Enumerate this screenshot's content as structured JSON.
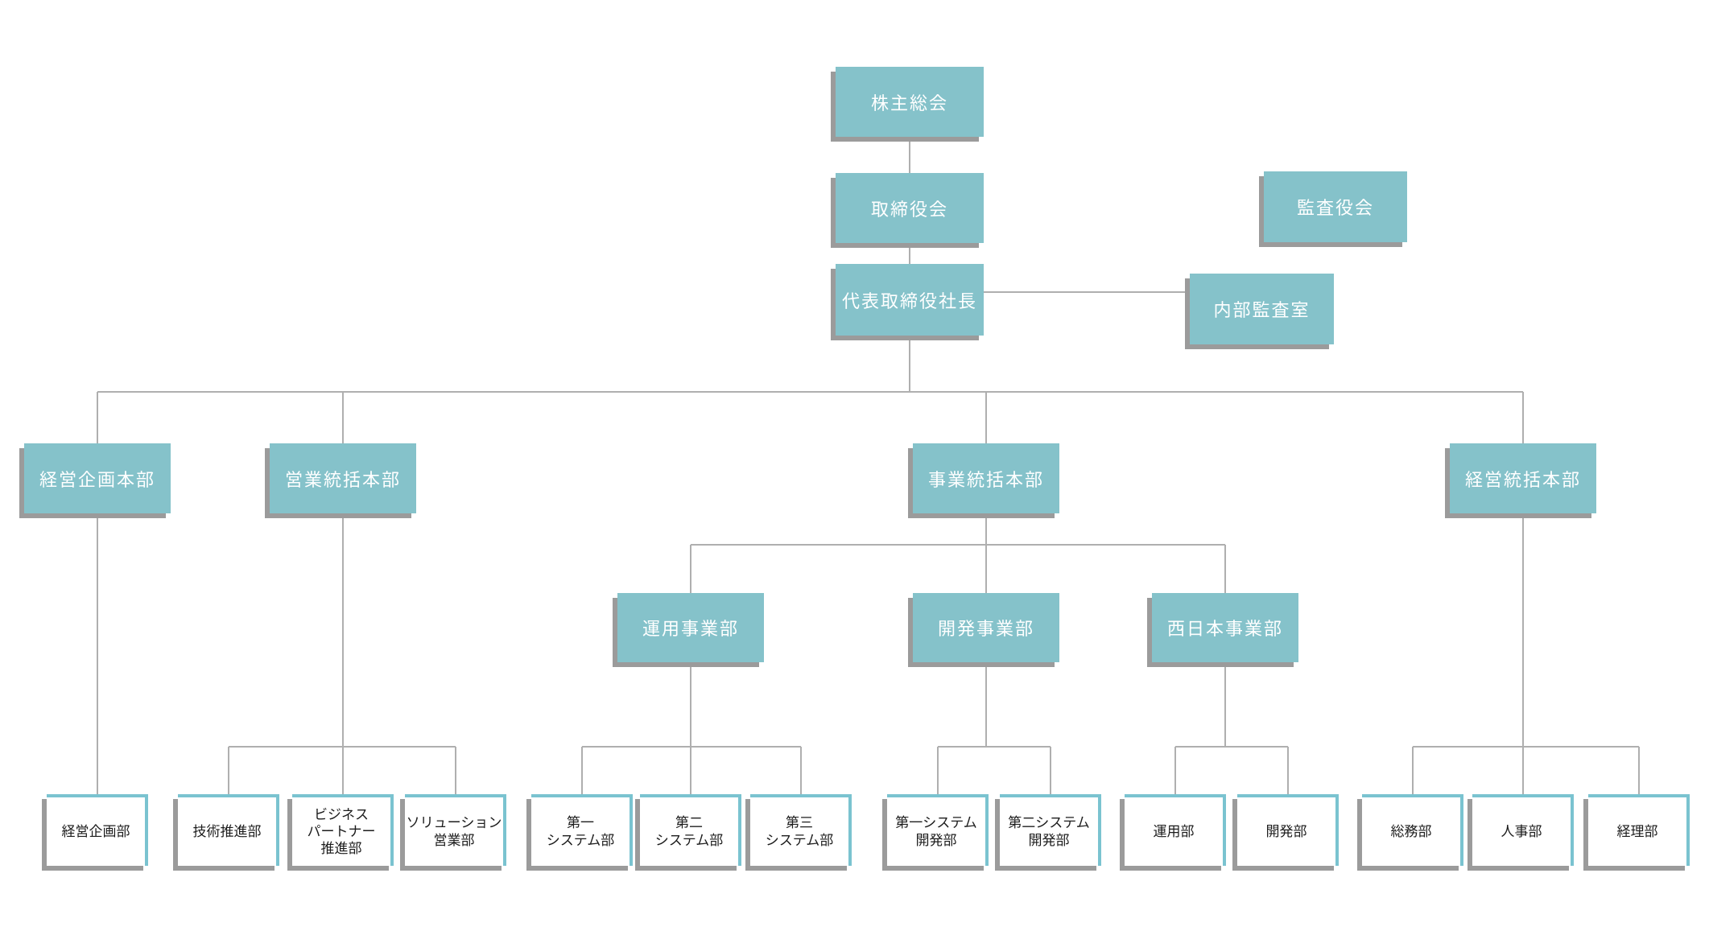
{
  "org_chart": {
    "colors": {
      "box_fill": "#85C2CA",
      "box_text": "#FFFFFF",
      "leaf_fill": "#FFFFFF",
      "leaf_border": "#7AC3D0",
      "leaf_text": "#1C1C1C",
      "shadow": "#9B9B9B",
      "connector": "#AFAFAF",
      "background": "#FFFFFF"
    },
    "nodes": {
      "shareholders_meeting": {
        "label": "株主総会",
        "type": "filled"
      },
      "board_of_directors": {
        "label": "取締役会",
        "type": "filled"
      },
      "audit_and_supervisory_board": {
        "label": "監査役会",
        "type": "filled"
      },
      "president": {
        "label": "代表取締役社長",
        "type": "filled"
      },
      "internal_audit_office": {
        "label": "内部監査室",
        "type": "filled"
      },
      "corporate_planning_division": {
        "label": "経営企画本部",
        "type": "filled"
      },
      "sales_supervision_division": {
        "label": "営業統括本部",
        "type": "filled"
      },
      "business_supervision_division": {
        "label": "事業統括本部",
        "type": "filled"
      },
      "administration_supervision_division": {
        "label": "経営統括本部",
        "type": "filled"
      },
      "operation_business_department": {
        "label": "運用事業部",
        "type": "filled"
      },
      "development_business_department": {
        "label": "開発事業部",
        "type": "filled"
      },
      "west_japan_business_department": {
        "label": "西日本事業部",
        "type": "filled"
      },
      "corporate_planning_department": {
        "label": "経営企画部",
        "type": "leaf"
      },
      "technology_promotion_department": {
        "label": "技術推進部",
        "type": "leaf"
      },
      "business_partner_promotion_department": {
        "label": "ビジネス\nパートナー\n推進部",
        "type": "leaf"
      },
      "solution_sales_department": {
        "label": "ソリューション\n営業部",
        "type": "leaf"
      },
      "first_system_department": {
        "label": "第一\nシステム部",
        "type": "leaf"
      },
      "second_system_department": {
        "label": "第二\nシステム部",
        "type": "leaf"
      },
      "third_system_department": {
        "label": "第三\nシステム部",
        "type": "leaf"
      },
      "first_system_development_department": {
        "label": "第一システム\n開発部",
        "type": "leaf"
      },
      "second_system_development_department": {
        "label": "第二システム\n開発部",
        "type": "leaf"
      },
      "operation_department": {
        "label": "運用部",
        "type": "leaf"
      },
      "development_department": {
        "label": "開発部",
        "type": "leaf"
      },
      "general_affairs_department": {
        "label": "総務部",
        "type": "leaf"
      },
      "human_resources_department": {
        "label": "人事部",
        "type": "leaf"
      },
      "accounting_department": {
        "label": "経理部",
        "type": "leaf"
      }
    },
    "edges": [
      {
        "parent": "shareholders_meeting",
        "children": [
          "board_of_directors"
        ]
      },
      {
        "parent": "board_of_directors",
        "children": [
          "president"
        ]
      },
      {
        "parent": "president",
        "children": [
          "internal_audit_office"
        ]
      },
      {
        "parent": "president",
        "children": [
          "corporate_planning_division",
          "sales_supervision_division",
          "business_supervision_division",
          "administration_supervision_division"
        ]
      },
      {
        "parent": "corporate_planning_division",
        "children": [
          "corporate_planning_department"
        ]
      },
      {
        "parent": "sales_supervision_division",
        "children": [
          "technology_promotion_department",
          "business_partner_promotion_department",
          "solution_sales_department"
        ]
      },
      {
        "parent": "business_supervision_division",
        "children": [
          "operation_business_department",
          "development_business_department",
          "west_japan_business_department"
        ]
      },
      {
        "parent": "operation_business_department",
        "children": [
          "first_system_department",
          "second_system_department",
          "third_system_department"
        ]
      },
      {
        "parent": "development_business_department",
        "children": [
          "first_system_development_department",
          "second_system_development_department"
        ]
      },
      {
        "parent": "west_japan_business_department",
        "children": [
          "operation_department",
          "development_department"
        ]
      },
      {
        "parent": "administration_supervision_division",
        "children": [
          "general_affairs_department",
          "human_resources_department",
          "accounting_department"
        ]
      }
    ]
  }
}
